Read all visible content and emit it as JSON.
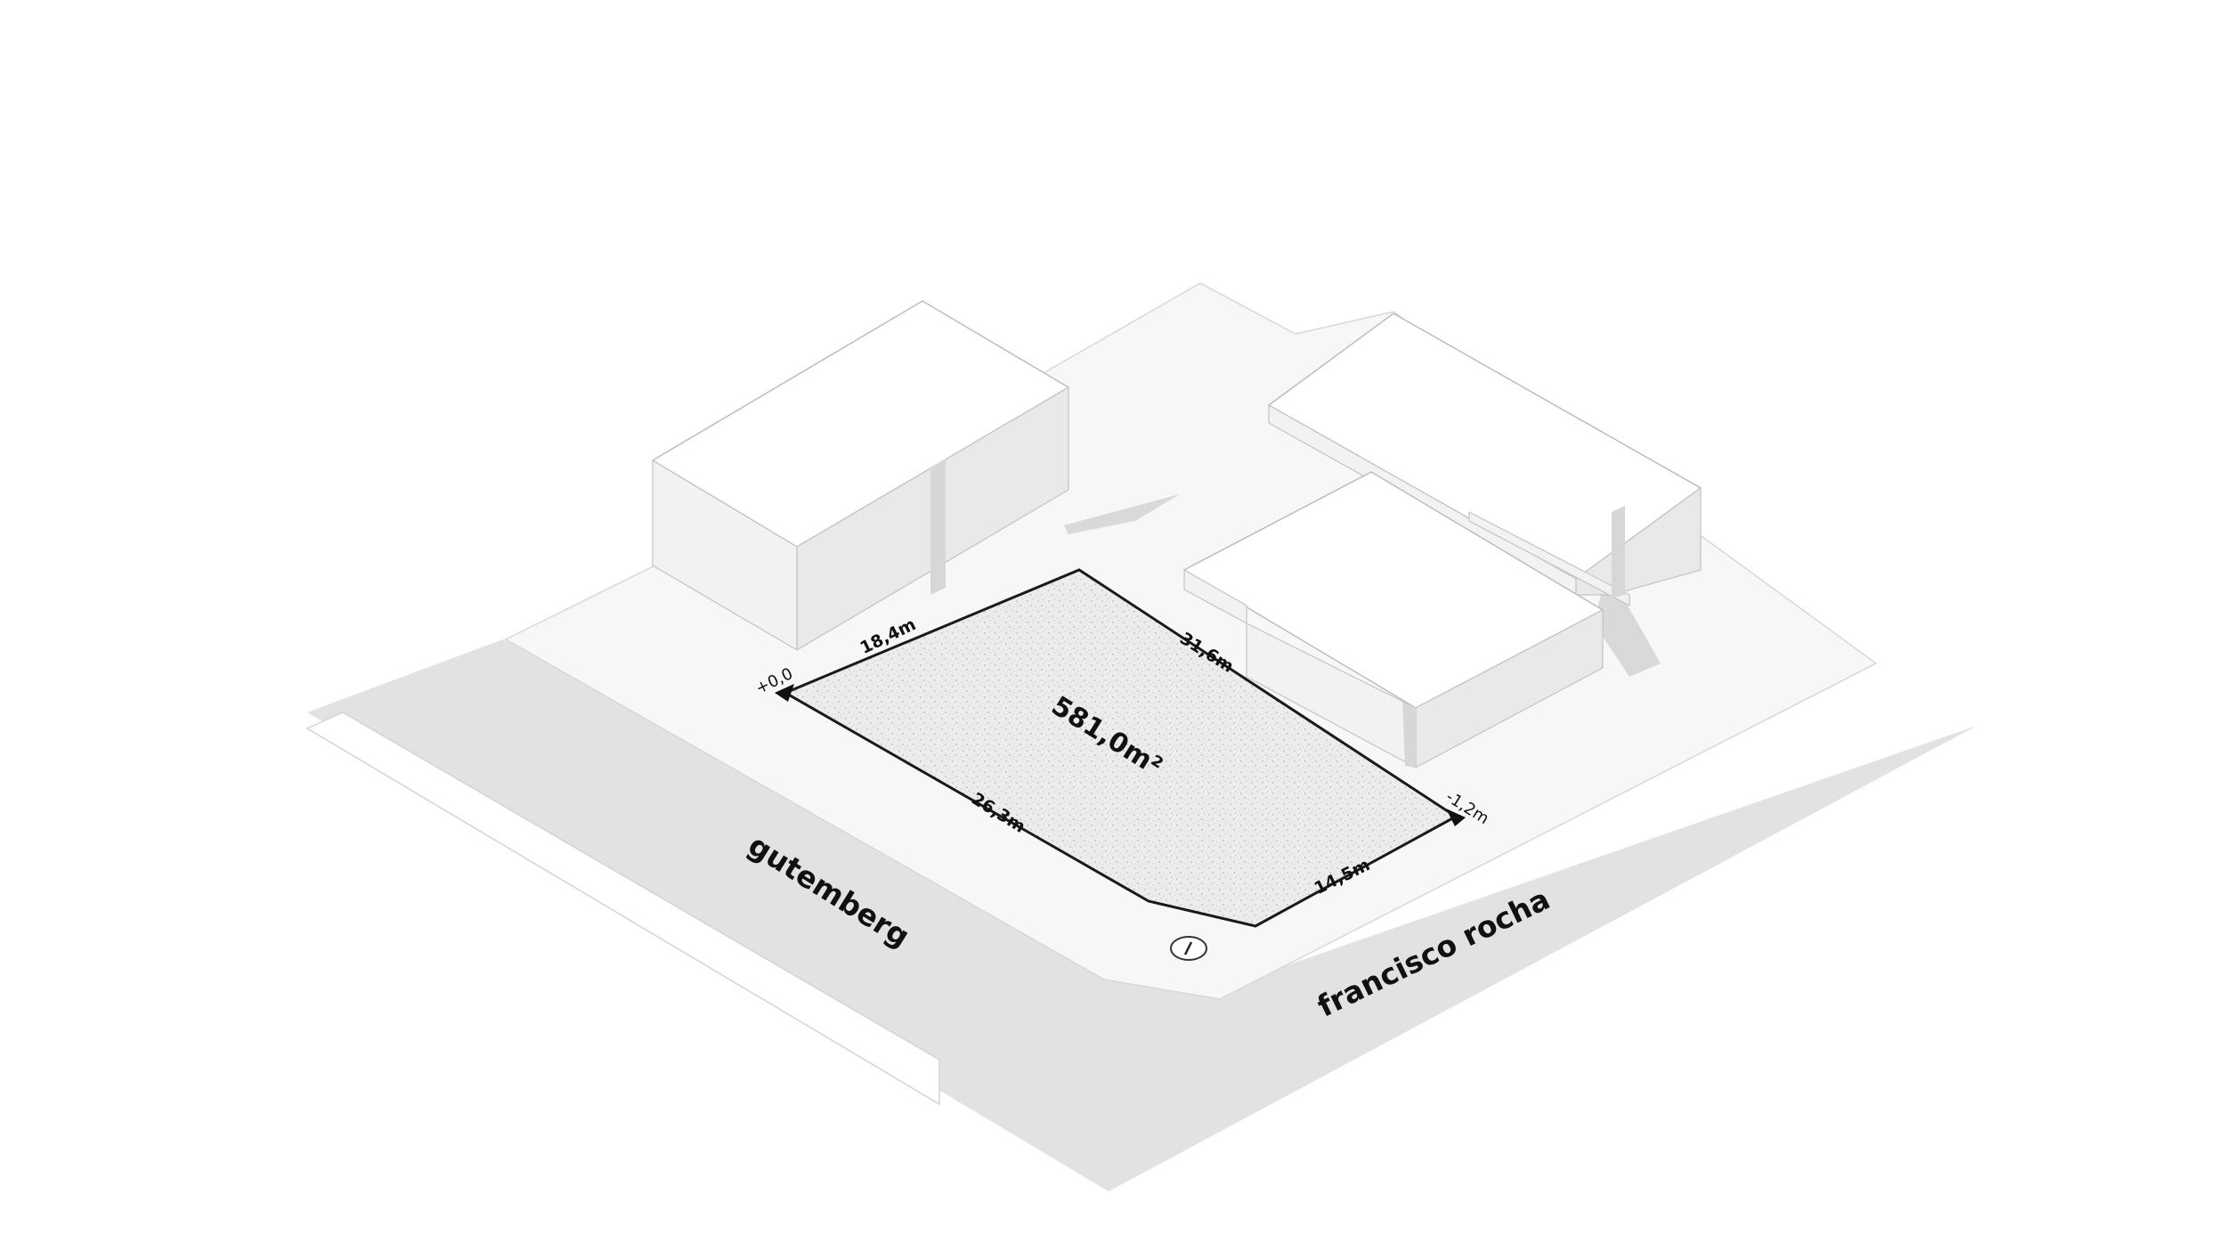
{
  "lot": {
    "area": "581,0m²",
    "sides": {
      "north_west": "18,4m",
      "north_east": "31,6m",
      "south_west": "26,3m",
      "south_east": "14,5m"
    }
  },
  "levels": {
    "west_corner": "+0,0",
    "east_corner": "-1,2m"
  },
  "streets": {
    "left": "gutemberg",
    "right": "francisco rocha"
  },
  "north_symbol": "north-arrow-icon"
}
